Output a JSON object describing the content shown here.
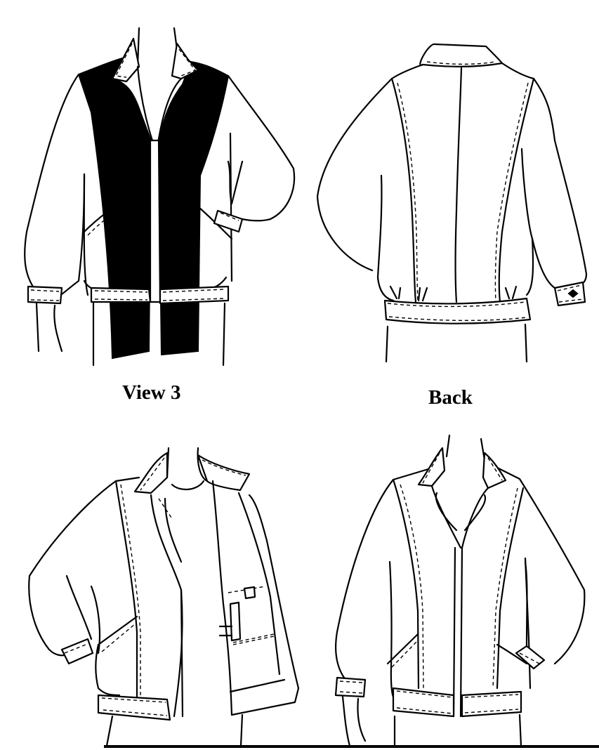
{
  "page": {
    "background": "#ffffff",
    "ink_color": "#000000"
  },
  "views": [
    {
      "id": "view3",
      "label": "View 3",
      "description": "Front view of jacket with dark contrast front panels"
    },
    {
      "id": "back",
      "label": "Back",
      "description": "Back view of jacket with princess seams and waistband"
    },
    {
      "id": "open-front",
      "label": "",
      "description": "Front view of jacket worn open showing inside pockets"
    },
    {
      "id": "closed-front",
      "label": "",
      "description": "Front view of jacket closed with top-stitched panels"
    }
  ]
}
